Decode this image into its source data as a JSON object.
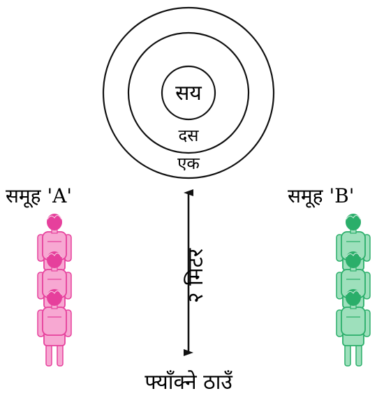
{
  "target": {
    "rings": [
      {
        "label": "सय"
      },
      {
        "label": "दस"
      },
      {
        "label": "एक"
      }
    ]
  },
  "groups": [
    {
      "label": "समूह 'A'",
      "color": "#e6409c",
      "light": "#f7a8d2",
      "members": 3
    },
    {
      "label": "समूह 'B'",
      "color": "#2bae6a",
      "light": "#9ee0bc",
      "members": 3
    }
  ],
  "distance": {
    "label": "२ मिटर"
  },
  "throw_line": {
    "label": "फ्याँक्ने ठाउँ"
  }
}
